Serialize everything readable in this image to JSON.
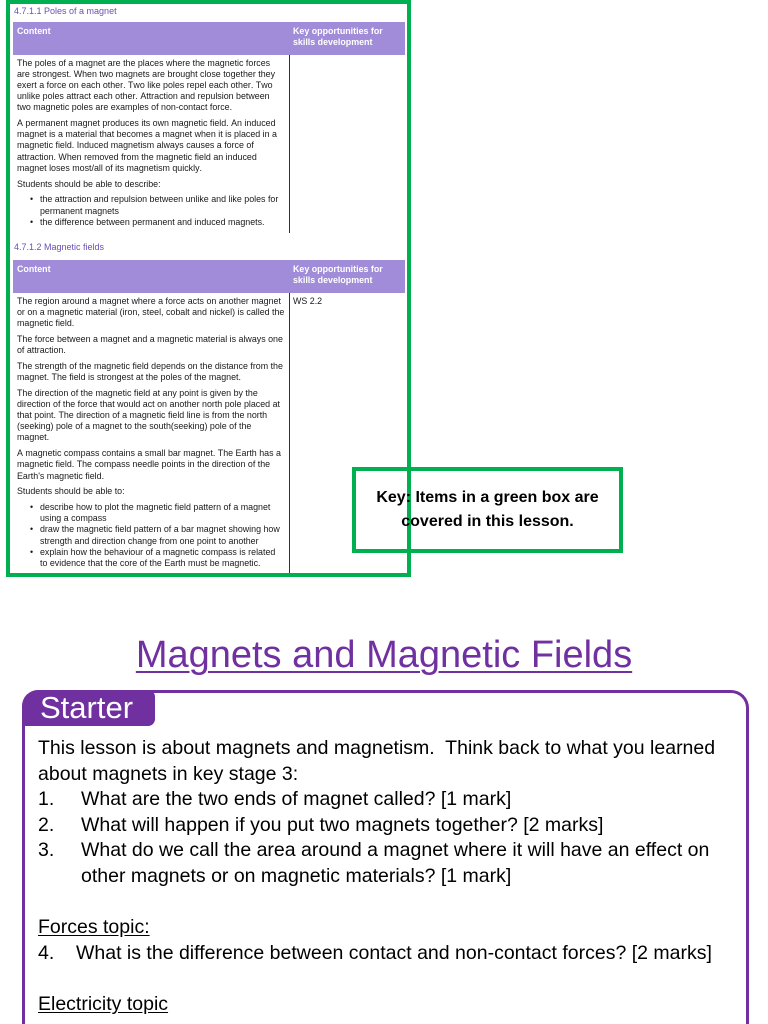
{
  "spec_excerpt": {
    "sections": [
      {
        "heading": "4.7.1.1 Poles of a magnet",
        "column_headers": {
          "content": "Content",
          "skills": "Key opportunities for skills development"
        },
        "paragraphs": [
          "The poles of a magnet are the places where the magnetic forces are strongest. When two magnets are brought close together they exert a force on each other. Two like poles repel each other. Two unlike poles attract each other. Attraction and repulsion between two magnetic poles are examples of non-contact force.",
          "A permanent magnet produces its own magnetic field. An induced magnet is a material that becomes a magnet when it is placed in a magnetic field. Induced magnetism always causes a force of attraction. When removed from the magnetic field an induced magnet loses most/all of its magnetism quickly."
        ],
        "outcomes_intro": "Students should be able to describe:",
        "outcomes": [
          "the attraction and repulsion between unlike and like poles for permanent magnets",
          "the difference between permanent and induced magnets."
        ]
      },
      {
        "heading": "4.7.1.2 Magnetic fields",
        "column_headers": {
          "content": "Content",
          "skills": "Key opportunities for skills development"
        },
        "skills_reference": "WS 2.2",
        "paragraphs": [
          "The region around a magnet where a force acts on another magnet or on a magnetic material (iron, steel, cobalt and nickel) is called the magnetic field.",
          "The force between a magnet and a magnetic material is always one of attraction.",
          "The strength of the magnetic field depends on the distance from the magnet. The field is strongest at the poles of the magnet.",
          "The direction of the magnetic field at any point is given by the direction of the force that would act on another north pole placed at that point. The direction of a magnetic field line is from the north (seeking) pole of a magnet to the south(seeking) pole of the magnet.",
          "A magnetic compass contains a small bar magnet. The Earth has a magnetic field. The compass needle points in the direction of the Earth's magnetic field."
        ],
        "outcomes_intro": "Students should be able to:",
        "outcomes": [
          "describe how to plot the magnetic field pattern of a magnet using a compass",
          "draw the magnetic field pattern of a bar magnet showing how strength and direction change from one point to another",
          "explain how the behaviour of a magnetic compass is related to evidence that the core of the Earth must be magnetic."
        ]
      }
    ]
  },
  "key_box": {
    "text": "Key: Items in a green box are covered in this lesson."
  },
  "title": "Magnets and Magnetic Fields",
  "starter": {
    "tab_label": "Starter",
    "intro": "This lesson is about magnets and magnetism.  Think back to what you learned about magnets in key stage 3:",
    "questions": [
      {
        "number": "1.",
        "text": "What are the two ends of magnet called? [1 mark]"
      },
      {
        "number": "2.",
        "text": "What will happen if you put two magnets together? [2 marks]"
      },
      {
        "number": "3.",
        "text": "What do we call the area around a magnet where it will have an effect on other magnets or on magnetic materials? [1 mark]"
      }
    ],
    "forces_topic": {
      "heading": "Forces topic:",
      "questions": [
        {
          "number": "4.",
          "text": "What is the difference between contact and non-contact forces? [2 marks]"
        }
      ]
    },
    "electricity_topic": {
      "heading": "Electricity topic"
    }
  },
  "colors": {
    "green_box": "#00b050",
    "purple": "#7030a0",
    "spec_table_header": "#a08cd8",
    "spec_section_heading": "#6a4fb5"
  }
}
